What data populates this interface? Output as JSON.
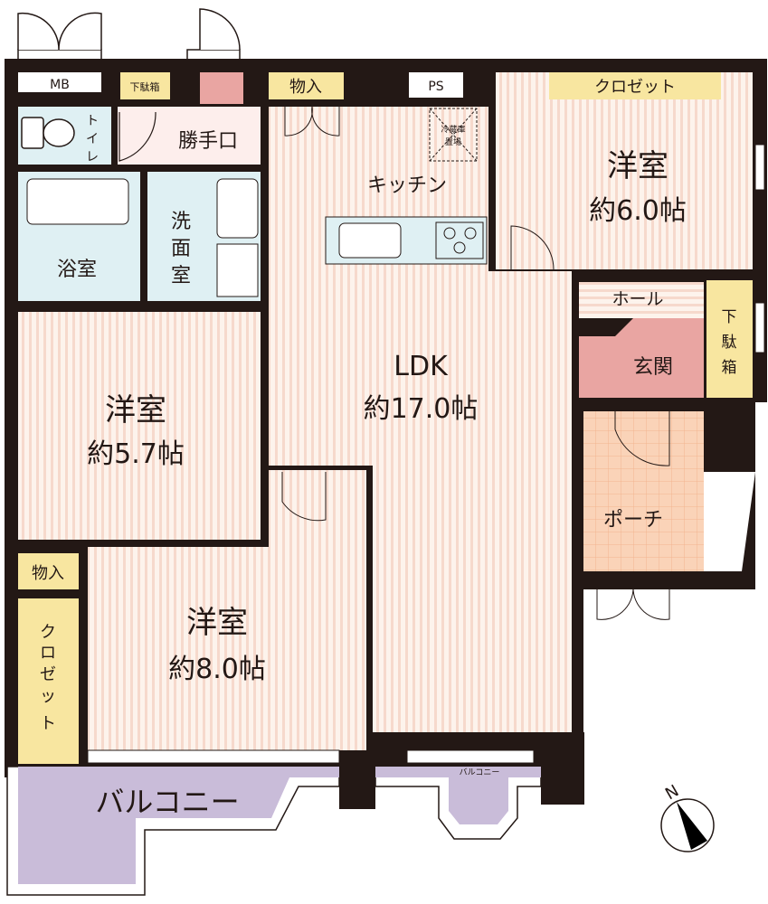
{
  "labels": {
    "mb": "MB",
    "shoebox_top": "下駄箱",
    "storage_top": "物入",
    "ps": "PS",
    "closet_top": "クロゼット",
    "toilet": [
      "ト",
      "イ",
      "レ"
    ],
    "service_door": "勝手口",
    "fridge": [
      "冷蔵庫",
      "置場"
    ],
    "kitchen": "キッチン",
    "western_room_1": {
      "name": "洋室",
      "size": "約6.0帖"
    },
    "bath": "浴室",
    "washroom": [
      "洗",
      "面",
      "室"
    ],
    "hall": "ホール",
    "entrance": "玄関",
    "shoebox_right": [
      "下",
      "駄",
      "箱"
    ],
    "ldk": {
      "name": "LDK",
      "size": "約17.0帖"
    },
    "western_room_2": {
      "name": "洋室",
      "size": "約5.7帖"
    },
    "porch": "ポーチ",
    "storage_left": "物入",
    "closet_left": [
      "ク",
      "ロ",
      "ゼ",
      "ッ",
      "ト"
    ],
    "western_room_3": {
      "name": "洋室",
      "size": "約8.0帖"
    },
    "balcony_main": "バルコニー",
    "balcony_small": "バルコニー",
    "compass": "N"
  },
  "colors": {
    "wall": "#231815",
    "flooring": "#fbe6dc",
    "wet_area": "#dff0f3",
    "storage": "#f8e6a0",
    "entrance": "#e9a5a2",
    "porch": "#fad3b8",
    "balcony": "#c9bcd9"
  }
}
